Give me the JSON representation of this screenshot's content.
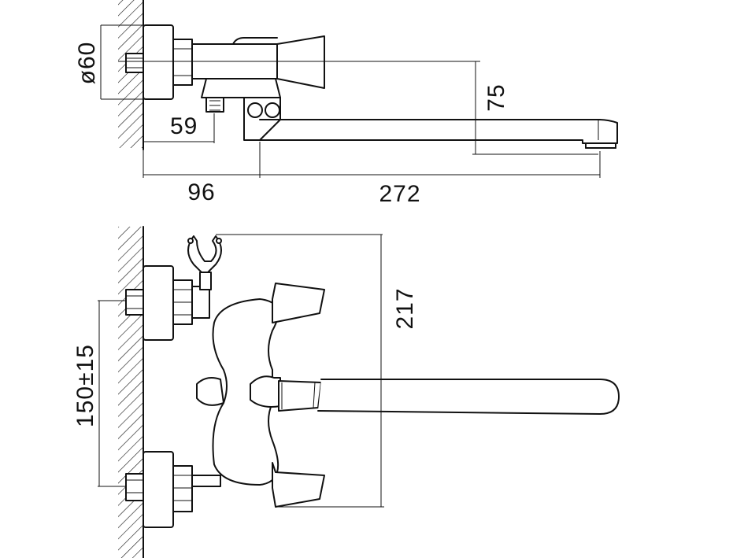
{
  "drawing": {
    "colors": {
      "line": "#111111",
      "background": "#ffffff"
    },
    "top_view": {
      "dimensions": {
        "diameter": "ø60",
        "valve_offset": "59",
        "height_offset": "75",
        "wall_to_body": "96",
        "spout_reach": "272"
      }
    },
    "front_view": {
      "dimensions": {
        "total_height": "217",
        "inlet_spacing": "150±15"
      }
    }
  }
}
